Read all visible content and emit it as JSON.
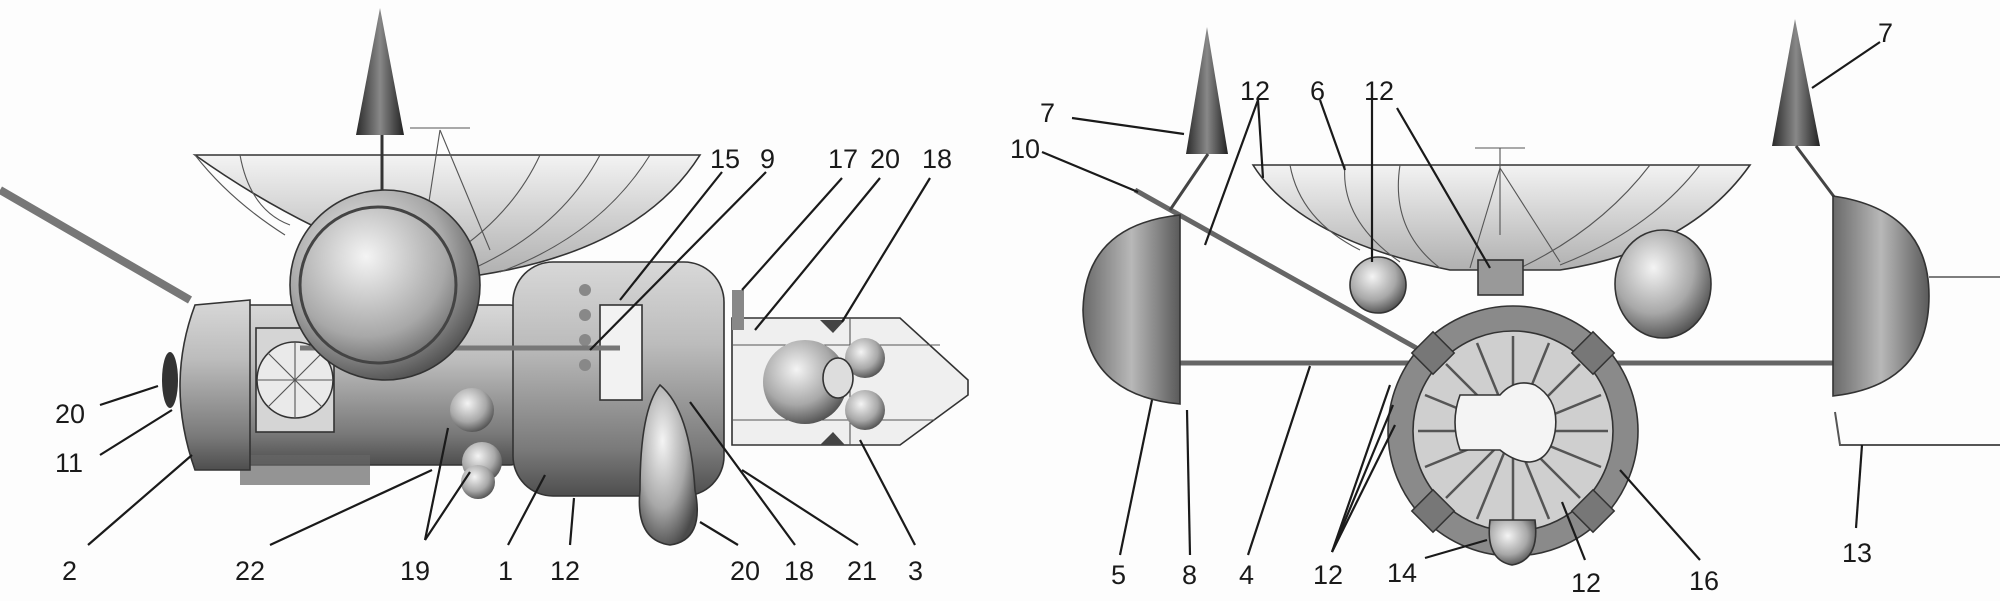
{
  "diagram": {
    "left_view": {
      "labels": [
        "15",
        "9",
        "17",
        "20",
        "18",
        "20",
        "11",
        "2",
        "22",
        "19",
        "1",
        "12",
        "20",
        "18",
        "21",
        "3"
      ]
    },
    "right_view": {
      "labels": [
        "7",
        "10",
        "12",
        "6",
        "12",
        "7",
        "5",
        "8",
        "4",
        "12",
        "14",
        "12",
        "16",
        "13"
      ]
    }
  }
}
